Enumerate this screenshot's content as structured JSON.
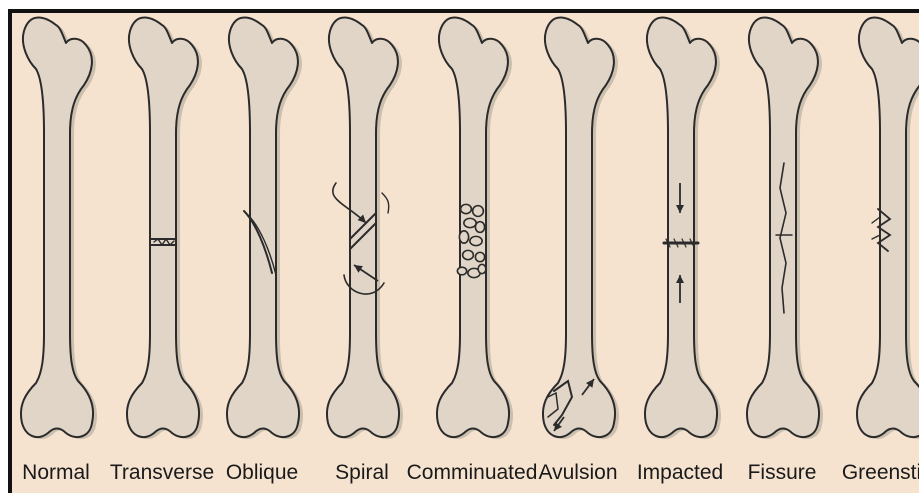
{
  "panel": {
    "background": "#f5e3d0",
    "bone_fill": "#e0d5c6",
    "bone_shade": "#cbbfae",
    "outline": "#2b2b2b"
  },
  "fractures": [
    {
      "label": "Normal",
      "type": "normal"
    },
    {
      "label": "Transverse",
      "type": "transverse"
    },
    {
      "label": "Oblique",
      "type": "oblique"
    },
    {
      "label": "Spiral",
      "type": "spiral"
    },
    {
      "label": "Comminuated",
      "type": "comminuted"
    },
    {
      "label": "Avulsion",
      "type": "avulsion"
    },
    {
      "label": "Impacted",
      "type": "impacted"
    },
    {
      "label": "Fissure",
      "type": "fissure"
    },
    {
      "label": "Greenstick",
      "type": "greenstick"
    }
  ]
}
